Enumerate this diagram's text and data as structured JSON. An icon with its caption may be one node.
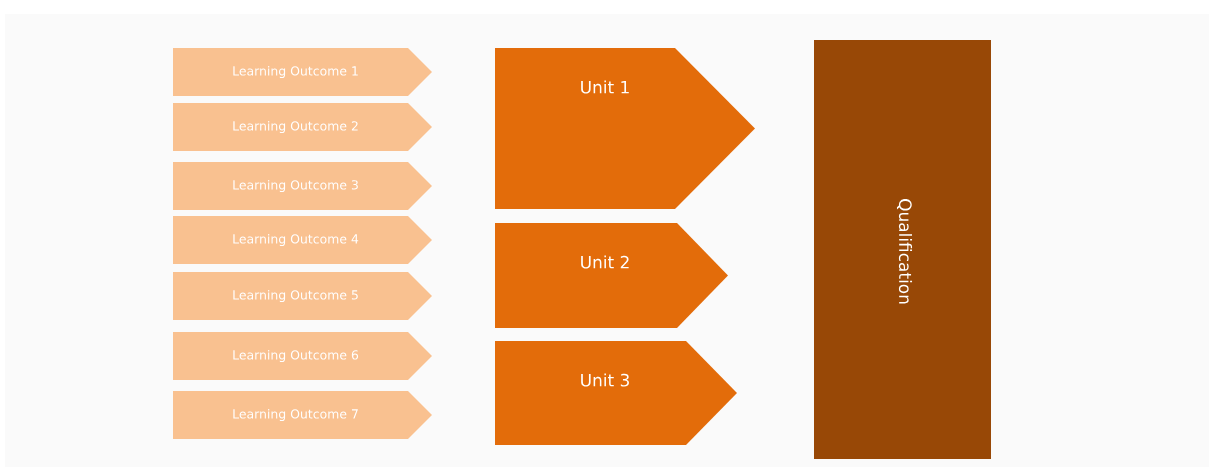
{
  "diagram": {
    "nodes": [
      {
        "text": [
          "Learning Outcome 1"
        ]
      },
      {
        "text": [
          "Learning Outcome 2"
        ]
      },
      {
        "text": [
          "Learning Outcome 3"
        ]
      },
      {
        "text": [
          "Learning Outcome 4"
        ]
      },
      {
        "text": [
          "Learning Outcome 5"
        ]
      },
      {
        "text": [
          "Learning Outcome 6"
        ]
      },
      {
        "text": [
          "Learning Outcome 7"
        ]
      },
      {
        "text": [
          "Unit 1"
        ]
      },
      {
        "text": [
          "Unit 2"
        ]
      },
      {
        "text": [
          "Unit 3"
        ]
      },
      {
        "text": [
          "Qualification"
        ]
      }
    ]
  }
}
